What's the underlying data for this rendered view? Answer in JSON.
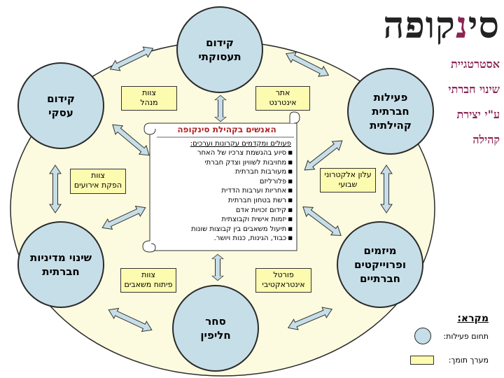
{
  "logo": {
    "prefix": "סי",
    "accent": "נ",
    "suffix": "קופה"
  },
  "tagline": [
    "אסטרטגיית",
    "שינוי חברתי",
    "ע\"י יצירת",
    "קהילה"
  ],
  "center_scroll": {
    "title": "האנשים בקהילת סינקופה",
    "intro": "פעולים ומקדמים עקרונות וערכים:",
    "values": [
      "סיוע בהגשמת צרכיו של האחר",
      "מחויבות לשוויון וצדק חברתי",
      "מעורבות חברתית",
      "פלורליזם",
      "אחריות וערבות הדדית",
      "רשת בטחון חברתית",
      "קידום זכויות אדם",
      "יזמות אישית וקבוצתית",
      "תיעול משאבים בין קבוצות שונות",
      "כבוד, הגינות, כנות ויושר."
    ]
  },
  "activity_areas": [
    {
      "id": "business-advancement",
      "label": "קידום\nתעסוקתי"
    },
    {
      "id": "community-activity",
      "label": "פעילות\nחברתית\nקהילתית"
    },
    {
      "id": "social-ventures",
      "label": "מיזמים\nופרוייקטים\nחברתיים"
    },
    {
      "id": "exchange-trade",
      "label": "סחר\nחליפין"
    },
    {
      "id": "social-policy",
      "label": "שינוי מדיניות\nחברתית"
    },
    {
      "id": "business-promotion",
      "label": "קידום\nעסקי"
    }
  ],
  "support_systems": [
    {
      "id": "website",
      "label": "אתר\nאינטרנט"
    },
    {
      "id": "newsletter",
      "label": "עלון אלקטרוני\nשבועי"
    },
    {
      "id": "portal",
      "label": "פורטל\nאינטראקטיבי"
    },
    {
      "id": "resource-team",
      "label": "צוות\nפיתוח משאבים"
    },
    {
      "id": "events-team",
      "label": "צוות\nהפקת אירועים"
    },
    {
      "id": "management-team",
      "label": "צוות\nמנהל"
    }
  ],
  "legend": {
    "title": "מקרא:",
    "activity_area": "תחום פעילות:",
    "support_system": "מערך תומך:"
  },
  "colors": {
    "ellipse_fill": "#fdfbdf",
    "node_fill": "#c6dee8",
    "support_fill": "#fdfbb0",
    "arrow_fill": "#c6dee8",
    "accent": "#8b2454",
    "scroll_title": "#b22222"
  }
}
